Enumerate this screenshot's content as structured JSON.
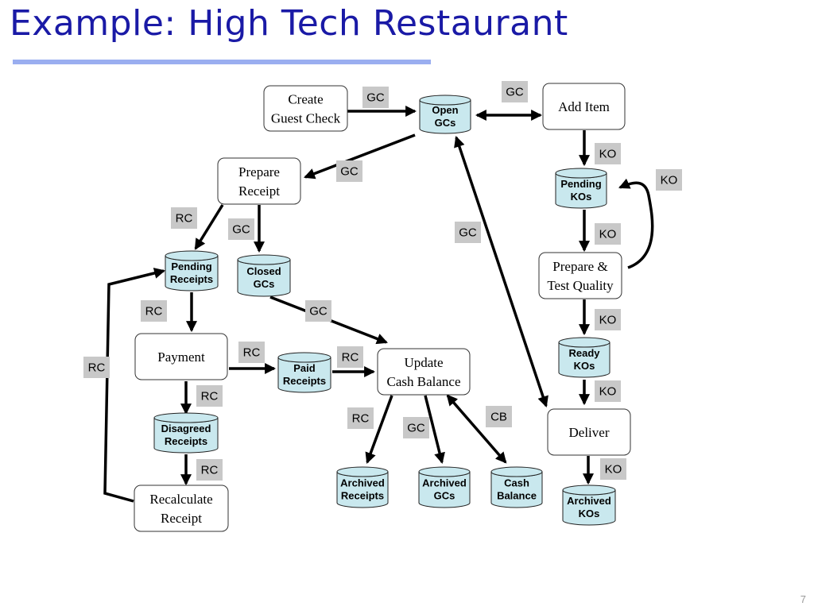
{
  "slide": {
    "title": "Example: High Tech Restaurant",
    "page_number": "7"
  },
  "processes": [
    {
      "id": "create-guest-check",
      "lines": [
        "Create",
        "Guest Check"
      ]
    },
    {
      "id": "add-item",
      "lines": [
        "Add Item"
      ]
    },
    {
      "id": "prepare-receipt",
      "lines": [
        "Prepare",
        "Receipt"
      ]
    },
    {
      "id": "prepare-test-quality",
      "lines": [
        "Prepare &",
        "Test Quality"
      ]
    },
    {
      "id": "payment",
      "lines": [
        "Payment"
      ]
    },
    {
      "id": "update-cash-balance",
      "lines": [
        "Update",
        "Cash Balance"
      ]
    },
    {
      "id": "deliver",
      "lines": [
        "Deliver"
      ]
    },
    {
      "id": "recalculate-receipt",
      "lines": [
        "Recalculate",
        "Receipt"
      ]
    }
  ],
  "stores": [
    {
      "id": "open-gcs",
      "lines": [
        "Open",
        "GCs"
      ]
    },
    {
      "id": "pending-kos",
      "lines": [
        "Pending",
        "KOs"
      ]
    },
    {
      "id": "pending-receipts",
      "lines": [
        "Pending",
        "Receipts"
      ]
    },
    {
      "id": "closed-gcs",
      "lines": [
        "Closed",
        "GCs"
      ]
    },
    {
      "id": "ready-kos",
      "lines": [
        "Ready",
        "KOs"
      ]
    },
    {
      "id": "paid-receipts",
      "lines": [
        "Paid",
        "Receipts"
      ]
    },
    {
      "id": "disagreed-receipts",
      "lines": [
        "Disagreed",
        "Receipts"
      ]
    },
    {
      "id": "archived-receipts",
      "lines": [
        "Archived",
        "Receipts"
      ]
    },
    {
      "id": "archived-gcs",
      "lines": [
        "Archived",
        "GCs"
      ]
    },
    {
      "id": "cash-balance",
      "lines": [
        "Cash",
        "Balance"
      ]
    },
    {
      "id": "archived-kos",
      "lines": [
        "Archived",
        "KOs"
      ]
    }
  ],
  "flow_labels": [
    {
      "id": "gc-create-open",
      "text": "GC"
    },
    {
      "id": "gc-open-additem",
      "text": "GC"
    },
    {
      "id": "gc-open-prepare-receipt",
      "text": "GC"
    },
    {
      "id": "ko-additem-pending",
      "text": "KO"
    },
    {
      "id": "ko-loop",
      "text": "KO"
    },
    {
      "id": "rc-receipt-pending",
      "text": "RC"
    },
    {
      "id": "gc-receipt-closed",
      "text": "GC"
    },
    {
      "id": "gc-open-deliver",
      "text": "GC"
    },
    {
      "id": "ko-pending-prepare",
      "text": "KO"
    },
    {
      "id": "rc-pending-payment",
      "text": "RC"
    },
    {
      "id": "gc-closed-update",
      "text": "GC"
    },
    {
      "id": "ko-prepare-ready",
      "text": "KO"
    },
    {
      "id": "rc-payment-paid",
      "text": "RC"
    },
    {
      "id": "rc-paid-update",
      "text": "RC"
    },
    {
      "id": "rc-recalc-pending",
      "text": "RC"
    },
    {
      "id": "rc-payment-disagreed",
      "text": "RC"
    },
    {
      "id": "ko-ready-deliver",
      "text": "KO"
    },
    {
      "id": "cb-update-cash",
      "text": "CB"
    },
    {
      "id": "rc-update-archived",
      "text": "RC"
    },
    {
      "id": "gc-update-archived",
      "text": "GC"
    },
    {
      "id": "rc-disagreed-recalc",
      "text": "RC"
    },
    {
      "id": "ko-deliver-archived",
      "text": "KO"
    }
  ]
}
